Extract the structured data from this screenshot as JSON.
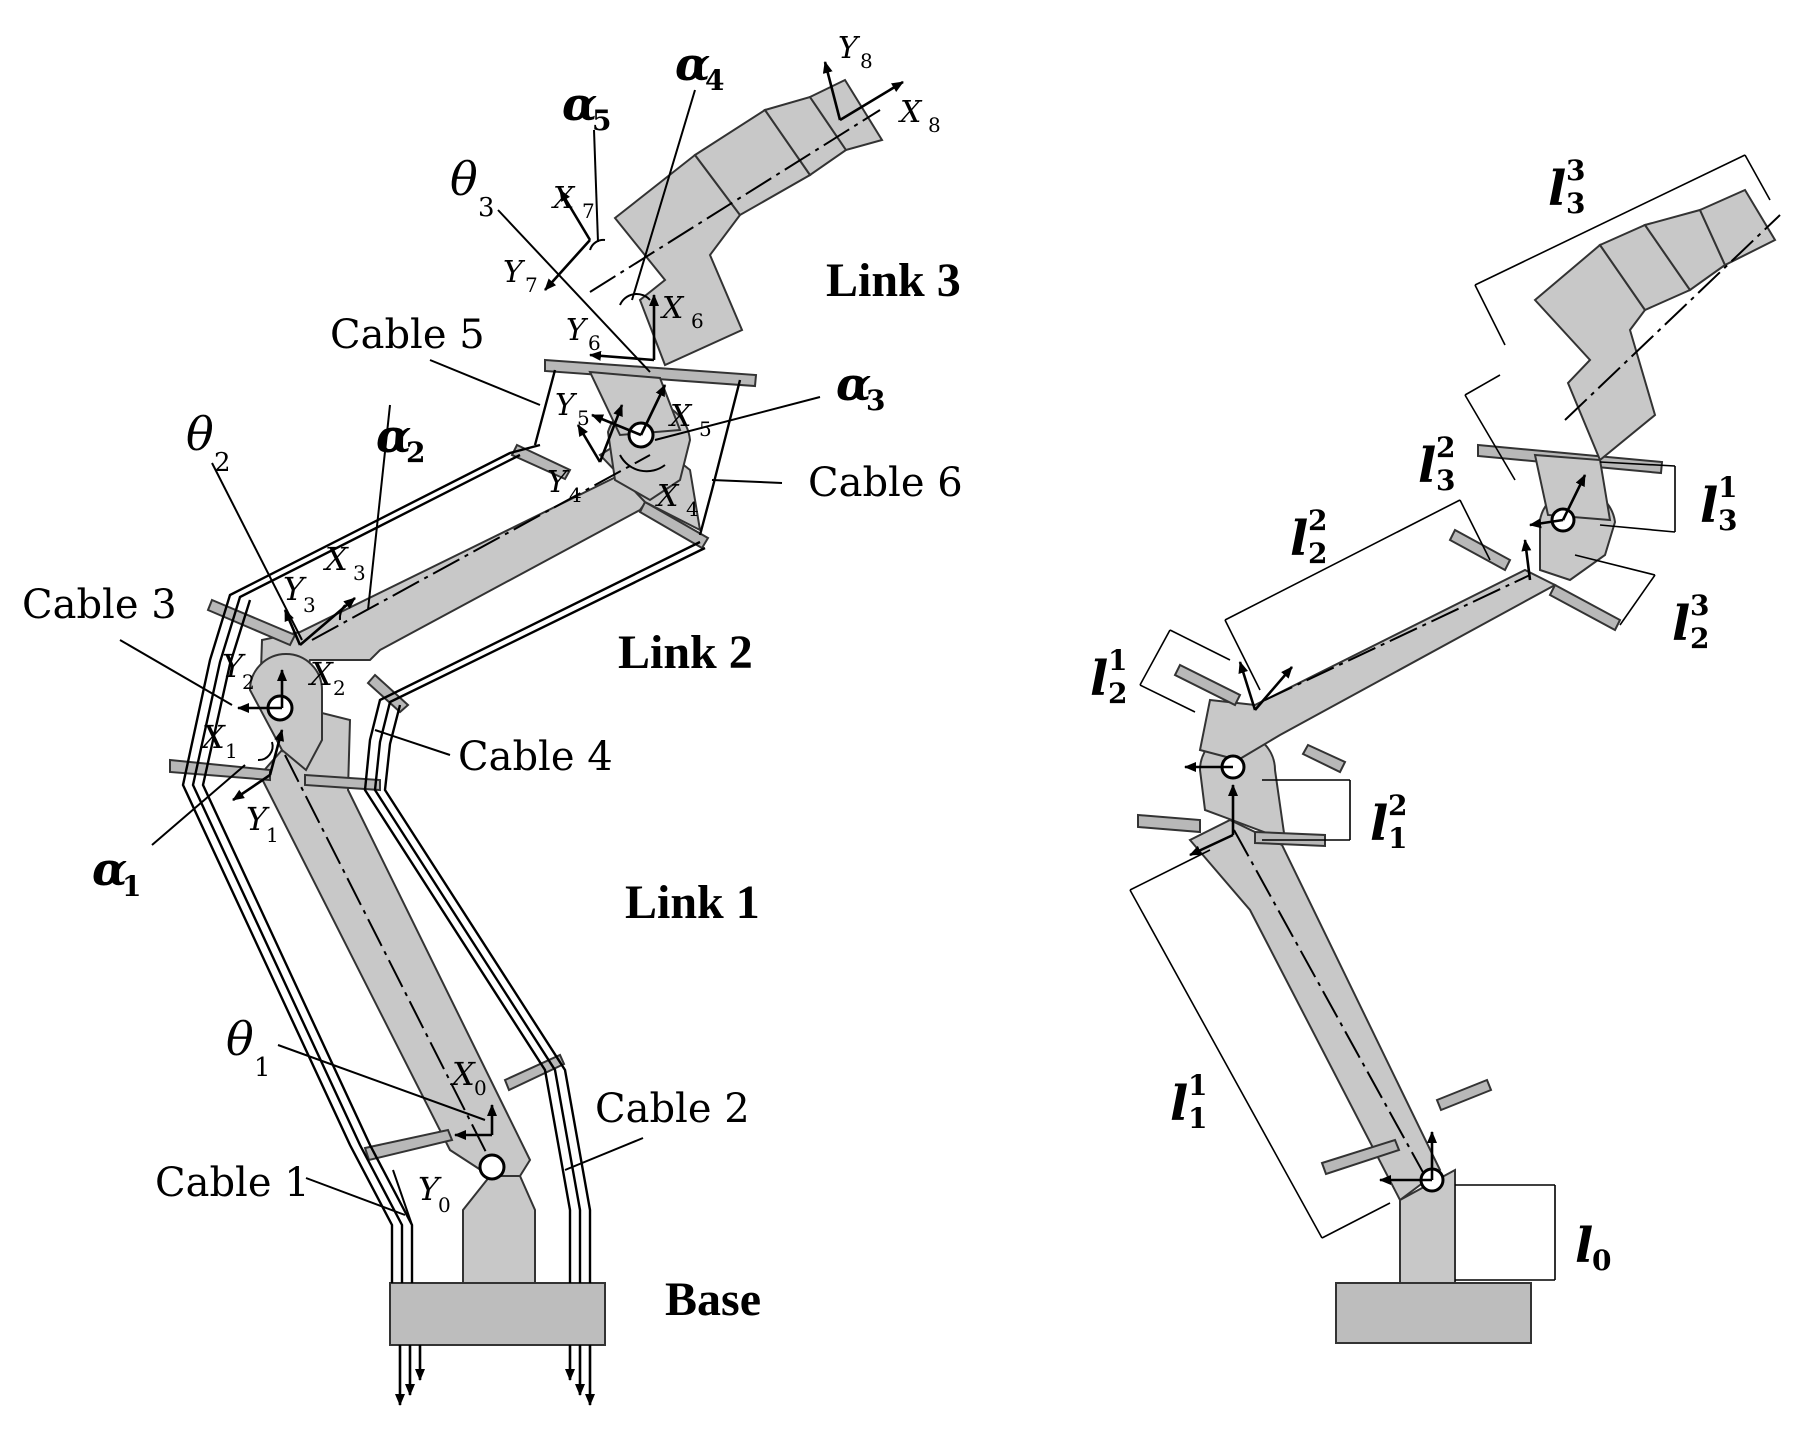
{
  "left": {
    "links": {
      "base": "Base",
      "link1": "Link 1",
      "link2": "Link 2",
      "link3": "Link 3"
    },
    "cables": [
      "Cable 1",
      "Cable 2",
      "Cable 3",
      "Cable 4",
      "Cable 5",
      "Cable 6"
    ],
    "angles": {
      "alpha1": "α",
      "alpha1_sub": "1",
      "alpha2": "α",
      "alpha2_sub": "2",
      "alpha3": "α",
      "alpha3_sub": "3",
      "alpha4": "α",
      "alpha4_sub": "4",
      "alpha5": "α",
      "alpha5_sub": "5",
      "theta1": "θ",
      "theta1_sub": "1",
      "theta2": "θ",
      "theta2_sub": "2",
      "theta3": "θ",
      "theta3_sub": "3"
    },
    "frames": {
      "X0": "X",
      "X0s": "0",
      "Y0": "Y",
      "Y0s": "0",
      "X1": "X",
      "X1s": "1",
      "Y1": "Y",
      "Y1s": "1",
      "X2": "X",
      "X2s": "2",
      "Y2": "Y",
      "Y2s": "2",
      "X3": "X",
      "X3s": "3",
      "Y3": "Y",
      "Y3s": "3",
      "X4": "X",
      "X4s": "4",
      "Y4": "Y",
      "Y4s": "4",
      "X5": "X",
      "X5s": "5",
      "Y5": "Y",
      "Y5s": "5",
      "X6": "X",
      "X6s": "6",
      "Y6": "Y",
      "Y6s": "6",
      "X7": "X",
      "X7s": "7",
      "Y7": "Y",
      "Y7s": "7",
      "X8": "X",
      "X8s": "8",
      "Y8": "Y",
      "Y8s": "8"
    }
  },
  "right": {
    "lengths": {
      "l0": "l",
      "l0_sub": "0",
      "l11": "l",
      "l11_sup": "1",
      "l11_sub": "1",
      "l12": "l",
      "l12_sup": "2",
      "l12_sub": "1",
      "l21": "l",
      "l21_sup": "1",
      "l21_sub": "2",
      "l22": "l",
      "l22_sup": "2",
      "l22_sub": "2",
      "l23": "l",
      "l23_sup": "3",
      "l23_sub": "2",
      "l31": "l",
      "l31_sup": "1",
      "l31_sub": "3",
      "l32": "l",
      "l32_sup": "2",
      "l32_sub": "3",
      "l33": "l",
      "l33_sup": "3",
      "l33_sub": "3"
    }
  },
  "colors": {
    "body": "#c8c8c8",
    "line": "#000000",
    "background": "#ffffff"
  }
}
